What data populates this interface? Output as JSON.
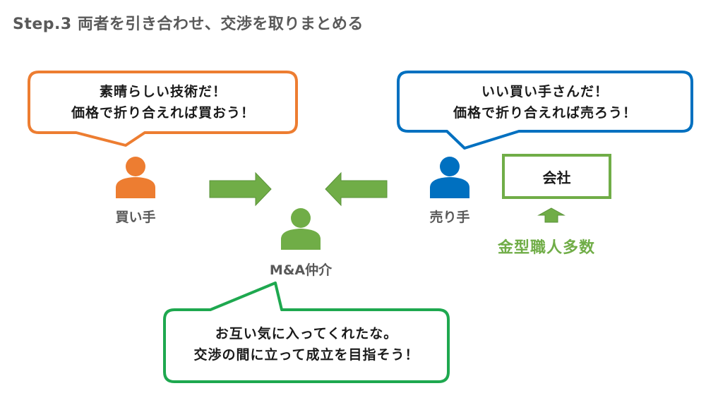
{
  "title": "Step.3 両者を引き合わせ、交渉を取りまとめる",
  "colors": {
    "buyer": "#ed7d31",
    "seller": "#0070c0",
    "broker": "#70ad47",
    "broker_bubble": "#1ea84f",
    "arrow": "#70ad47",
    "title": "#595959"
  },
  "buyer": {
    "label": "買い手",
    "icon": "person-icon",
    "speech": {
      "line1": "素晴らしい技術だ！",
      "line2": "価格で折り合えれば買おう！"
    }
  },
  "seller": {
    "label": "売り手",
    "icon": "person-icon",
    "speech": {
      "line1": "いい買い手さんだ！",
      "line2": "価格で折り合えれば売ろう！"
    },
    "company": "会社",
    "craftsmen": "金型職人多数"
  },
  "broker": {
    "label": "M&A仲介",
    "icon": "person-icon",
    "speech": {
      "line1": "お互い気に入ってくれたな。",
      "line2": "交渉の間に立って成立を目指そう！"
    }
  }
}
